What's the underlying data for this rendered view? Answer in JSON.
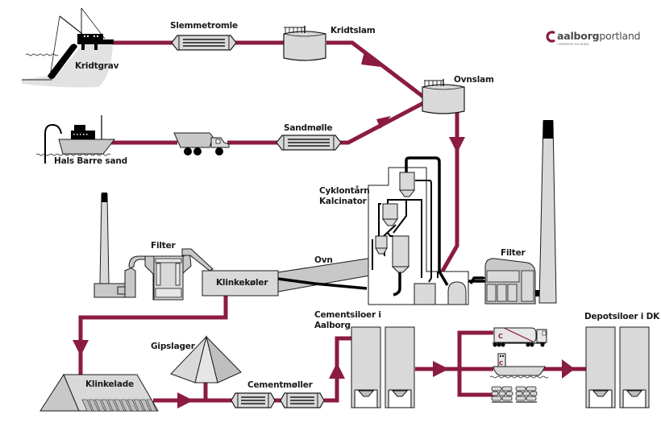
{
  "diagram": {
    "title": "Cement production process",
    "colors": {
      "flow": "#8b1c3f",
      "equipment_fill": "#d9d9d9",
      "equipment_dark_fill": "#bfbfbf",
      "outline": "#1a1a1a",
      "gas_duct": "#000000",
      "sea_ground": "#e2e2e2"
    },
    "logo": {
      "brand_bold": "aalborg",
      "brand_light": "portland",
      "subtitle": "CEMENTIR HOLDING",
      "mark": "C"
    },
    "labels": {
      "kridtgrav": "Kridtgrav",
      "slemmetromle": "Slemmetromle",
      "kridtslam": "Kridtslam",
      "ovnslam": "Ovnslam",
      "hals_barre_sand": "Hals Barre sand",
      "sandmolle": "Sandmølle",
      "cyklontarn_line1": "Cyklontårn",
      "cyklontarn_line2": "Kalcinator",
      "filter_left": "Filter",
      "filter_right": "Filter",
      "ovn": "Ovn",
      "klinkekoler": "Klinkekøler",
      "gipslager": "Gipslager",
      "klinkelade": "Klinkelade",
      "cementmoller": "Cementmøller",
      "cementsiloer_line1": "Cementsiloer i",
      "cementsiloer_line2": "Aalborg",
      "depotsiloer": "Depotsiloer i DK"
    },
    "nodes": [
      "Kridtgrav",
      "Slemmetromle",
      "Kridtslam",
      "Hals Barre sand",
      "Sandmølle",
      "Ovnslam",
      "Cyklontårn / Kalcinator",
      "Ovn",
      "Klinkekøler",
      "Filter",
      "Klinkelade",
      "Gipslager",
      "Cementmøller",
      "Cementsiloer i Aalborg",
      "Depotsiloer i DK"
    ],
    "flows": [
      {
        "from": "Kridtgrav",
        "to": "Slemmetromle"
      },
      {
        "from": "Slemmetromle",
        "to": "Kridtslam"
      },
      {
        "from": "Kridtslam",
        "to": "Ovnslam"
      },
      {
        "from": "Hals Barre sand",
        "to": "Sandmølle"
      },
      {
        "from": "Sandmølle",
        "to": "Ovnslam"
      },
      {
        "from": "Ovnslam",
        "to": "Cyklontårn / Kalcinator"
      },
      {
        "from": "Cyklontårn / Kalcinator",
        "to": "Ovn"
      },
      {
        "from": "Ovn",
        "to": "Klinkekøler"
      },
      {
        "from": "Klinkekøler",
        "to": "Klinkelade"
      },
      {
        "from": "Klinkelade",
        "to": "Cementmøller"
      },
      {
        "from": "Gipslager",
        "to": "Cementmøller"
      },
      {
        "from": "Cementmøller",
        "to": "Cementsiloer i Aalborg"
      },
      {
        "from": "Cementsiloer i Aalborg",
        "to": "Depotsiloer i DK",
        "via": [
          "truck",
          "ship",
          "bags"
        ]
      }
    ]
  }
}
